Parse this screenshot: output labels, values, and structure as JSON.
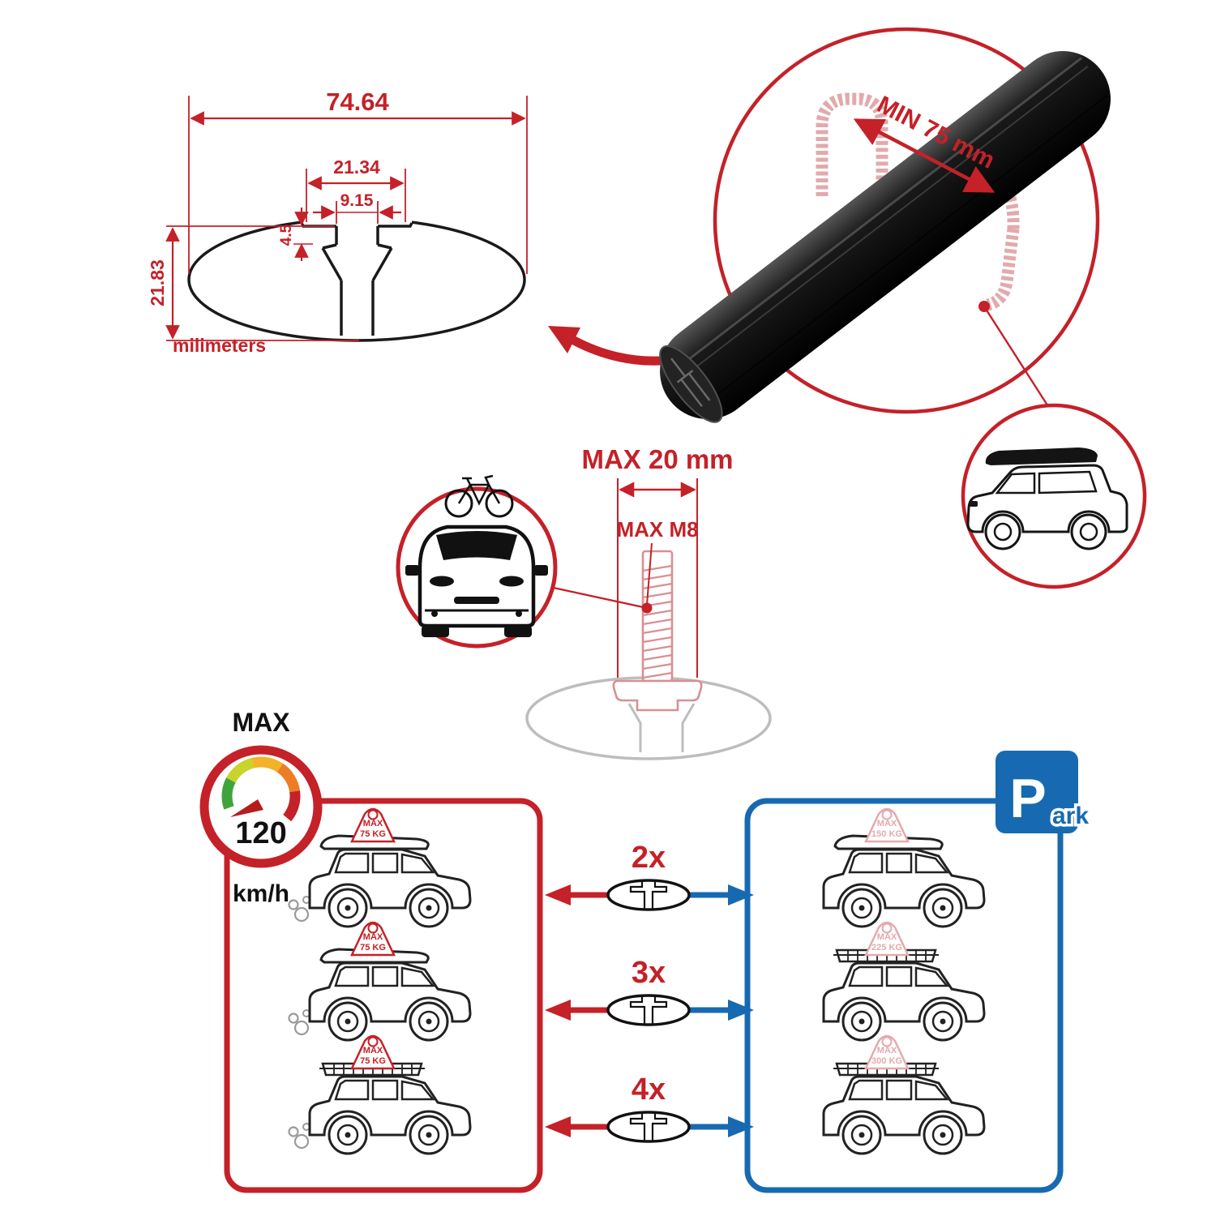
{
  "colors": {
    "red": "#c42128",
    "blue": "#176ab1",
    "faint_red": "#e5a9ac",
    "gray": "#bdbdbd",
    "black": "#1a1a1a"
  },
  "icons": {
    "gauge": "speedometer-gauge",
    "park": "parking-sign",
    "crossbar_section": "crossbar-cross-section",
    "bolt": "threaded-bolt",
    "car_front": "car-front-with-bike",
    "suv_roofbox": "suv-with-roofbox",
    "u_bolt": "u-bolt-clamp"
  },
  "dimension_drawing": {
    "total_width": "74.64",
    "channel_width": "21.34",
    "slot_width": "9.15",
    "lip_depth": "4.5",
    "profile_height": "21.83",
    "units": "milimeters"
  },
  "crossbar_detail": {
    "min_span": "MIN 75 mm"
  },
  "bolt_detail": {
    "max_length": "MAX 20 mm",
    "max_thread": "MAX M8"
  },
  "speed_limit": {
    "title": "MAX",
    "value": "120",
    "units": "km/h"
  },
  "park_sign": {
    "letter": "P",
    "suffix": "ark"
  },
  "multipliers": [
    "2x",
    "3x",
    "4x"
  ],
  "left_panel": {
    "cars": [
      {
        "tag_title": "MAX",
        "tag_load": "75 KG"
      },
      {
        "tag_title": "MAX",
        "tag_load": "75 KG"
      },
      {
        "tag_title": "MAX",
        "tag_load": "75 KG"
      }
    ]
  },
  "right_panel": {
    "cars": [
      {
        "tag_title": "MAX",
        "tag_load": "150 KG"
      },
      {
        "tag_title": "MAX",
        "tag_load": "225 KG"
      },
      {
        "tag_title": "MAX",
        "tag_load": "300 KG"
      }
    ]
  }
}
